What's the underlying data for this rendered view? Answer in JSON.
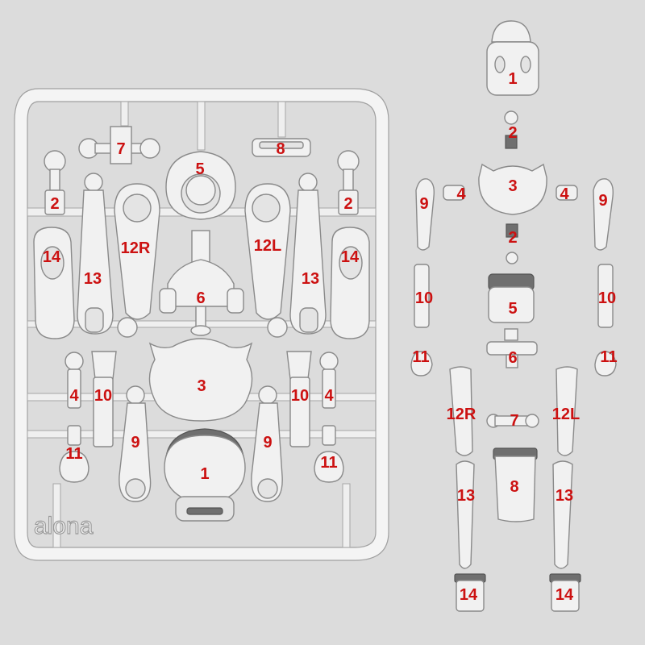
{
  "sprue": {
    "brand": "alona",
    "labels": {
      "head": "1",
      "neck_left": "2",
      "neck_right": "2",
      "chest": "3",
      "shoulder_left": "4",
      "shoulder_right": "4",
      "waist": "5",
      "hip": "6",
      "neck_joint": "7",
      "abdomen_ring": "8",
      "upper_arm_left": "9",
      "upper_arm_right": "9",
      "forearm_left": "10",
      "forearm_right": "10",
      "hand_left": "11",
      "hand_right": "11",
      "thigh_right": "12R",
      "thigh_left": "12L",
      "shin_left": "13",
      "shin_right": "13",
      "foot_left": "14",
      "foot_right": "14"
    }
  },
  "assembled": {
    "labels": {
      "head": "1",
      "neck_upper": "2",
      "chest": "3",
      "shoulder_left": "4",
      "shoulder_right": "4",
      "neck_lower": "2",
      "upper_arm_left": "9",
      "upper_arm_right": "9",
      "abdomen": "5",
      "forearm_left": "10",
      "forearm_right": "10",
      "pelvis": "6",
      "hand_left": "11",
      "hand_right": "11",
      "thigh_right": "12R",
      "thigh_left": "12L",
      "hip_joint": "7",
      "crotch": "8",
      "shin_left": "13",
      "shin_right": "13",
      "foot_left": "14",
      "foot_right": "14"
    }
  }
}
